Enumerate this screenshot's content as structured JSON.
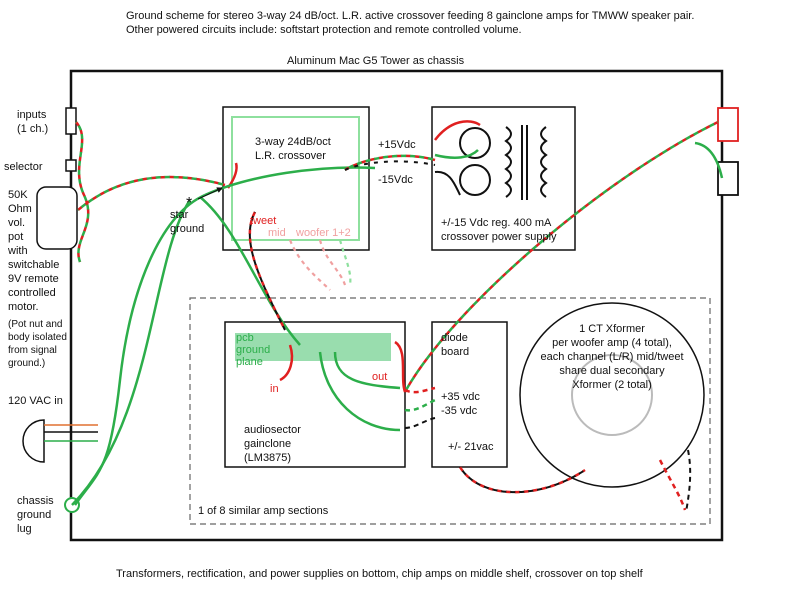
{
  "header": {
    "line1": "Ground scheme for stereo 3-way 24 dB/oct. L.R. active crossover feeding 8 gainclone amps for TMWW speaker pair.",
    "line2": "Other powered circuits include: softstart protection and remote controlled volume."
  },
  "chassis_label": "Aluminum Mac G5 Tower as chassis",
  "footer": "Transformers, rectification, and power supplies on bottom, chip amps on middle shelf, crossover on top shelf",
  "left_labels": {
    "inputs": [
      "inputs",
      "(1 ch.)"
    ],
    "selector": "selector",
    "vol_pot": [
      "50K",
      "Ohm",
      "vol.",
      "pot",
      "with",
      "switchable",
      " 9V remote",
      "controlled",
      "motor."
    ],
    "pot_note": [
      "(Pot nut and",
      "body isolated",
      "from signal",
      "ground.)"
    ],
    "vac_in": "120 VAC in",
    "ground_lug": [
      "chassis",
      "ground",
      "lug"
    ]
  },
  "star_ground": [
    "star",
    "ground"
  ],
  "star_symbol": "*",
  "crossover": {
    "title": [
      "3-way 24dB/oct",
      "L.R. crossover"
    ],
    "tweet": "tweet",
    "mid": "mid",
    "woofer": "woofer 1+2"
  },
  "rails": {
    "plus15": "+15Vdc",
    "minus15": "-15Vdc"
  },
  "psu": {
    "label": [
      "+/-15 Vdc reg. 400 mA",
      "crossover power supply"
    ]
  },
  "amp": {
    "pcb_ground": [
      "pcb",
      "ground",
      "plane"
    ],
    "in": "in",
    "out": "out",
    "name": [
      "audiosector",
      "gainclone",
      "(LM3875)"
    ]
  },
  "diode_board": {
    "label": [
      "diode",
      "board"
    ],
    "rails": [
      "+35 vdc",
      "-35 vdc"
    ],
    "vac": "+/- 21vac"
  },
  "xformer": {
    "label": [
      "1 CT Xformer",
      "per woofer amp (4 total),",
      "each channel (L/R) mid/tweet",
      "share dual secondary",
      "Xformer (2 total)"
    ]
  },
  "section_label": "1 of 8 similar amp sections",
  "colors": {
    "red": "#e02020",
    "green": "#2cae4a",
    "black": "#111111",
    "pink": "#f0a0a0",
    "pcb": "#7fd49a"
  }
}
